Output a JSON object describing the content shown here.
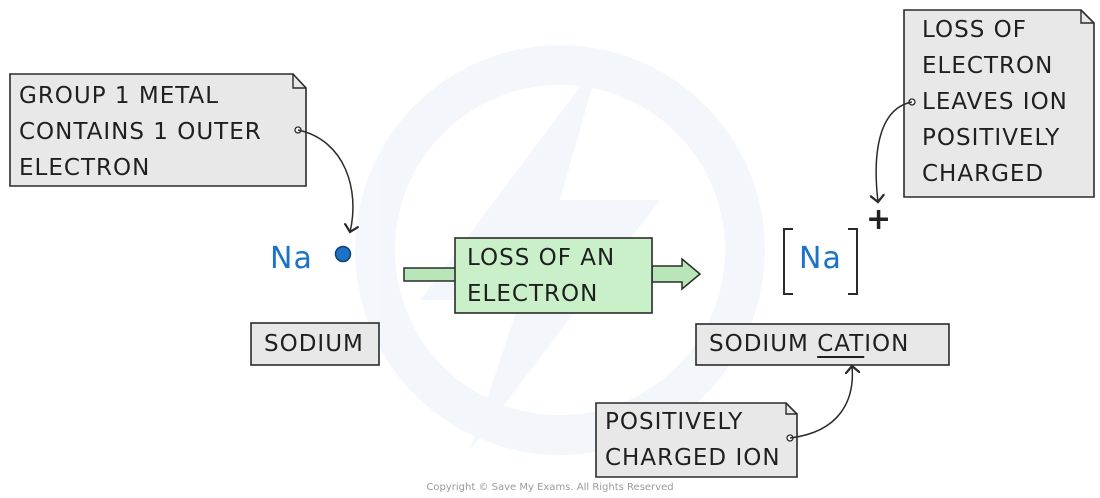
{
  "callout_group": {
    "lines": [
      "GROUP 1 METAL",
      "CONTAINS 1 OUTER",
      "ELECTRON"
    ]
  },
  "atom_symbol": "Na",
  "sodium_label": "SODIUM",
  "process_label": {
    "lines": [
      "LOSS OF AN",
      "ELECTRON"
    ]
  },
  "ion_symbol": "Na",
  "ion_charge": "+",
  "callout_loss": {
    "lines": [
      "LOSS OF",
      "ELECTRON",
      "LEAVES ION",
      "POSITIVELY",
      "CHARGED"
    ]
  },
  "cation_label": {
    "prefix": "SODIUM ",
    "underlined": "CAT",
    "suffix": "ION"
  },
  "callout_cation": {
    "lines": [
      "POSITIVELY",
      "CHARGED ION"
    ]
  },
  "copyright": "Copyright © Save My Exams. All Rights Reserved",
  "colors": {
    "box_fill": "#e8e8e8",
    "box_stroke": "#2b2b2b",
    "process_fill": "#c9f0c9",
    "arrow_fill": "#b8e6b8",
    "symbol_blue": "#1a73c6",
    "electron_blue": "#1a73c6"
  }
}
